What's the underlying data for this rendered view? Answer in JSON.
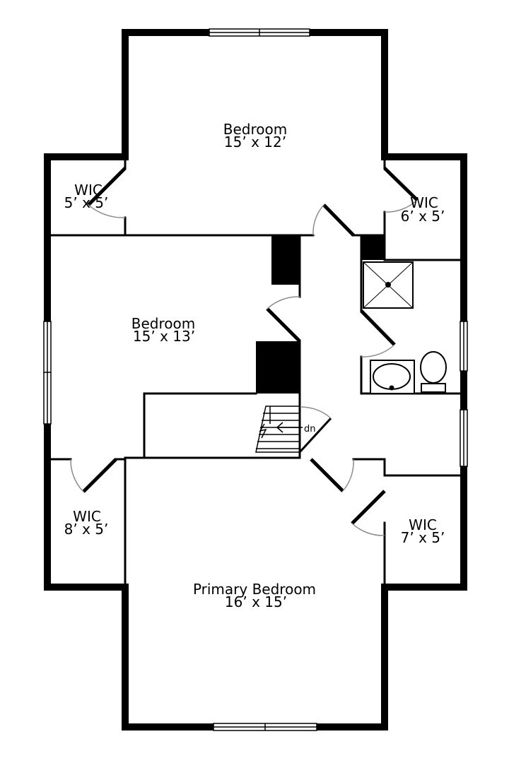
{
  "floorplan": {
    "colors": {
      "wall": "#000000",
      "door_arc": "#8c8c8c",
      "window": "#ffffff",
      "background": "#ffffff"
    },
    "rooms": {
      "top_bedroom": {
        "name": "Bedroom",
        "size": "15’ x 12’"
      },
      "wic_top_left": {
        "name": "WIC",
        "size": "5’ x 5’"
      },
      "wic_top_right": {
        "name": "WIC",
        "size": "6’ x 5’"
      },
      "middle_bedroom": {
        "name": "Bedroom",
        "size": "15’ x 13’"
      },
      "wic_bottom_left": {
        "name": "WIC",
        "size": "8’ x 5’"
      },
      "wic_bottom_right": {
        "name": "WIC",
        "size": "7’ x 5’"
      },
      "primary_bedroom": {
        "name": "Primary Bedroom",
        "size": "16’ x 15’"
      }
    },
    "stairs": {
      "label": "dn"
    },
    "icons": {
      "shower": "shower-icon",
      "sink": "sink-icon",
      "toilet": "toilet-icon",
      "stairs": "stairs-icon"
    }
  }
}
